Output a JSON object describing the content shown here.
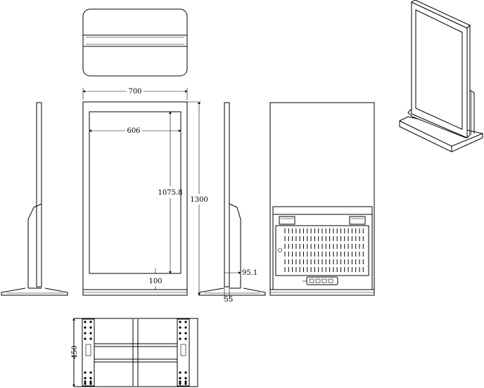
{
  "dimensions": {
    "total_width": "700",
    "screen_width": "606",
    "screen_height": "1075.8",
    "total_height": "1300",
    "bottom_margin": "100",
    "side_depth": "95.1",
    "panel_thickness": "55",
    "base_depth": "450"
  },
  "stroke_color": "#000000",
  "background_color": "#ffffff"
}
